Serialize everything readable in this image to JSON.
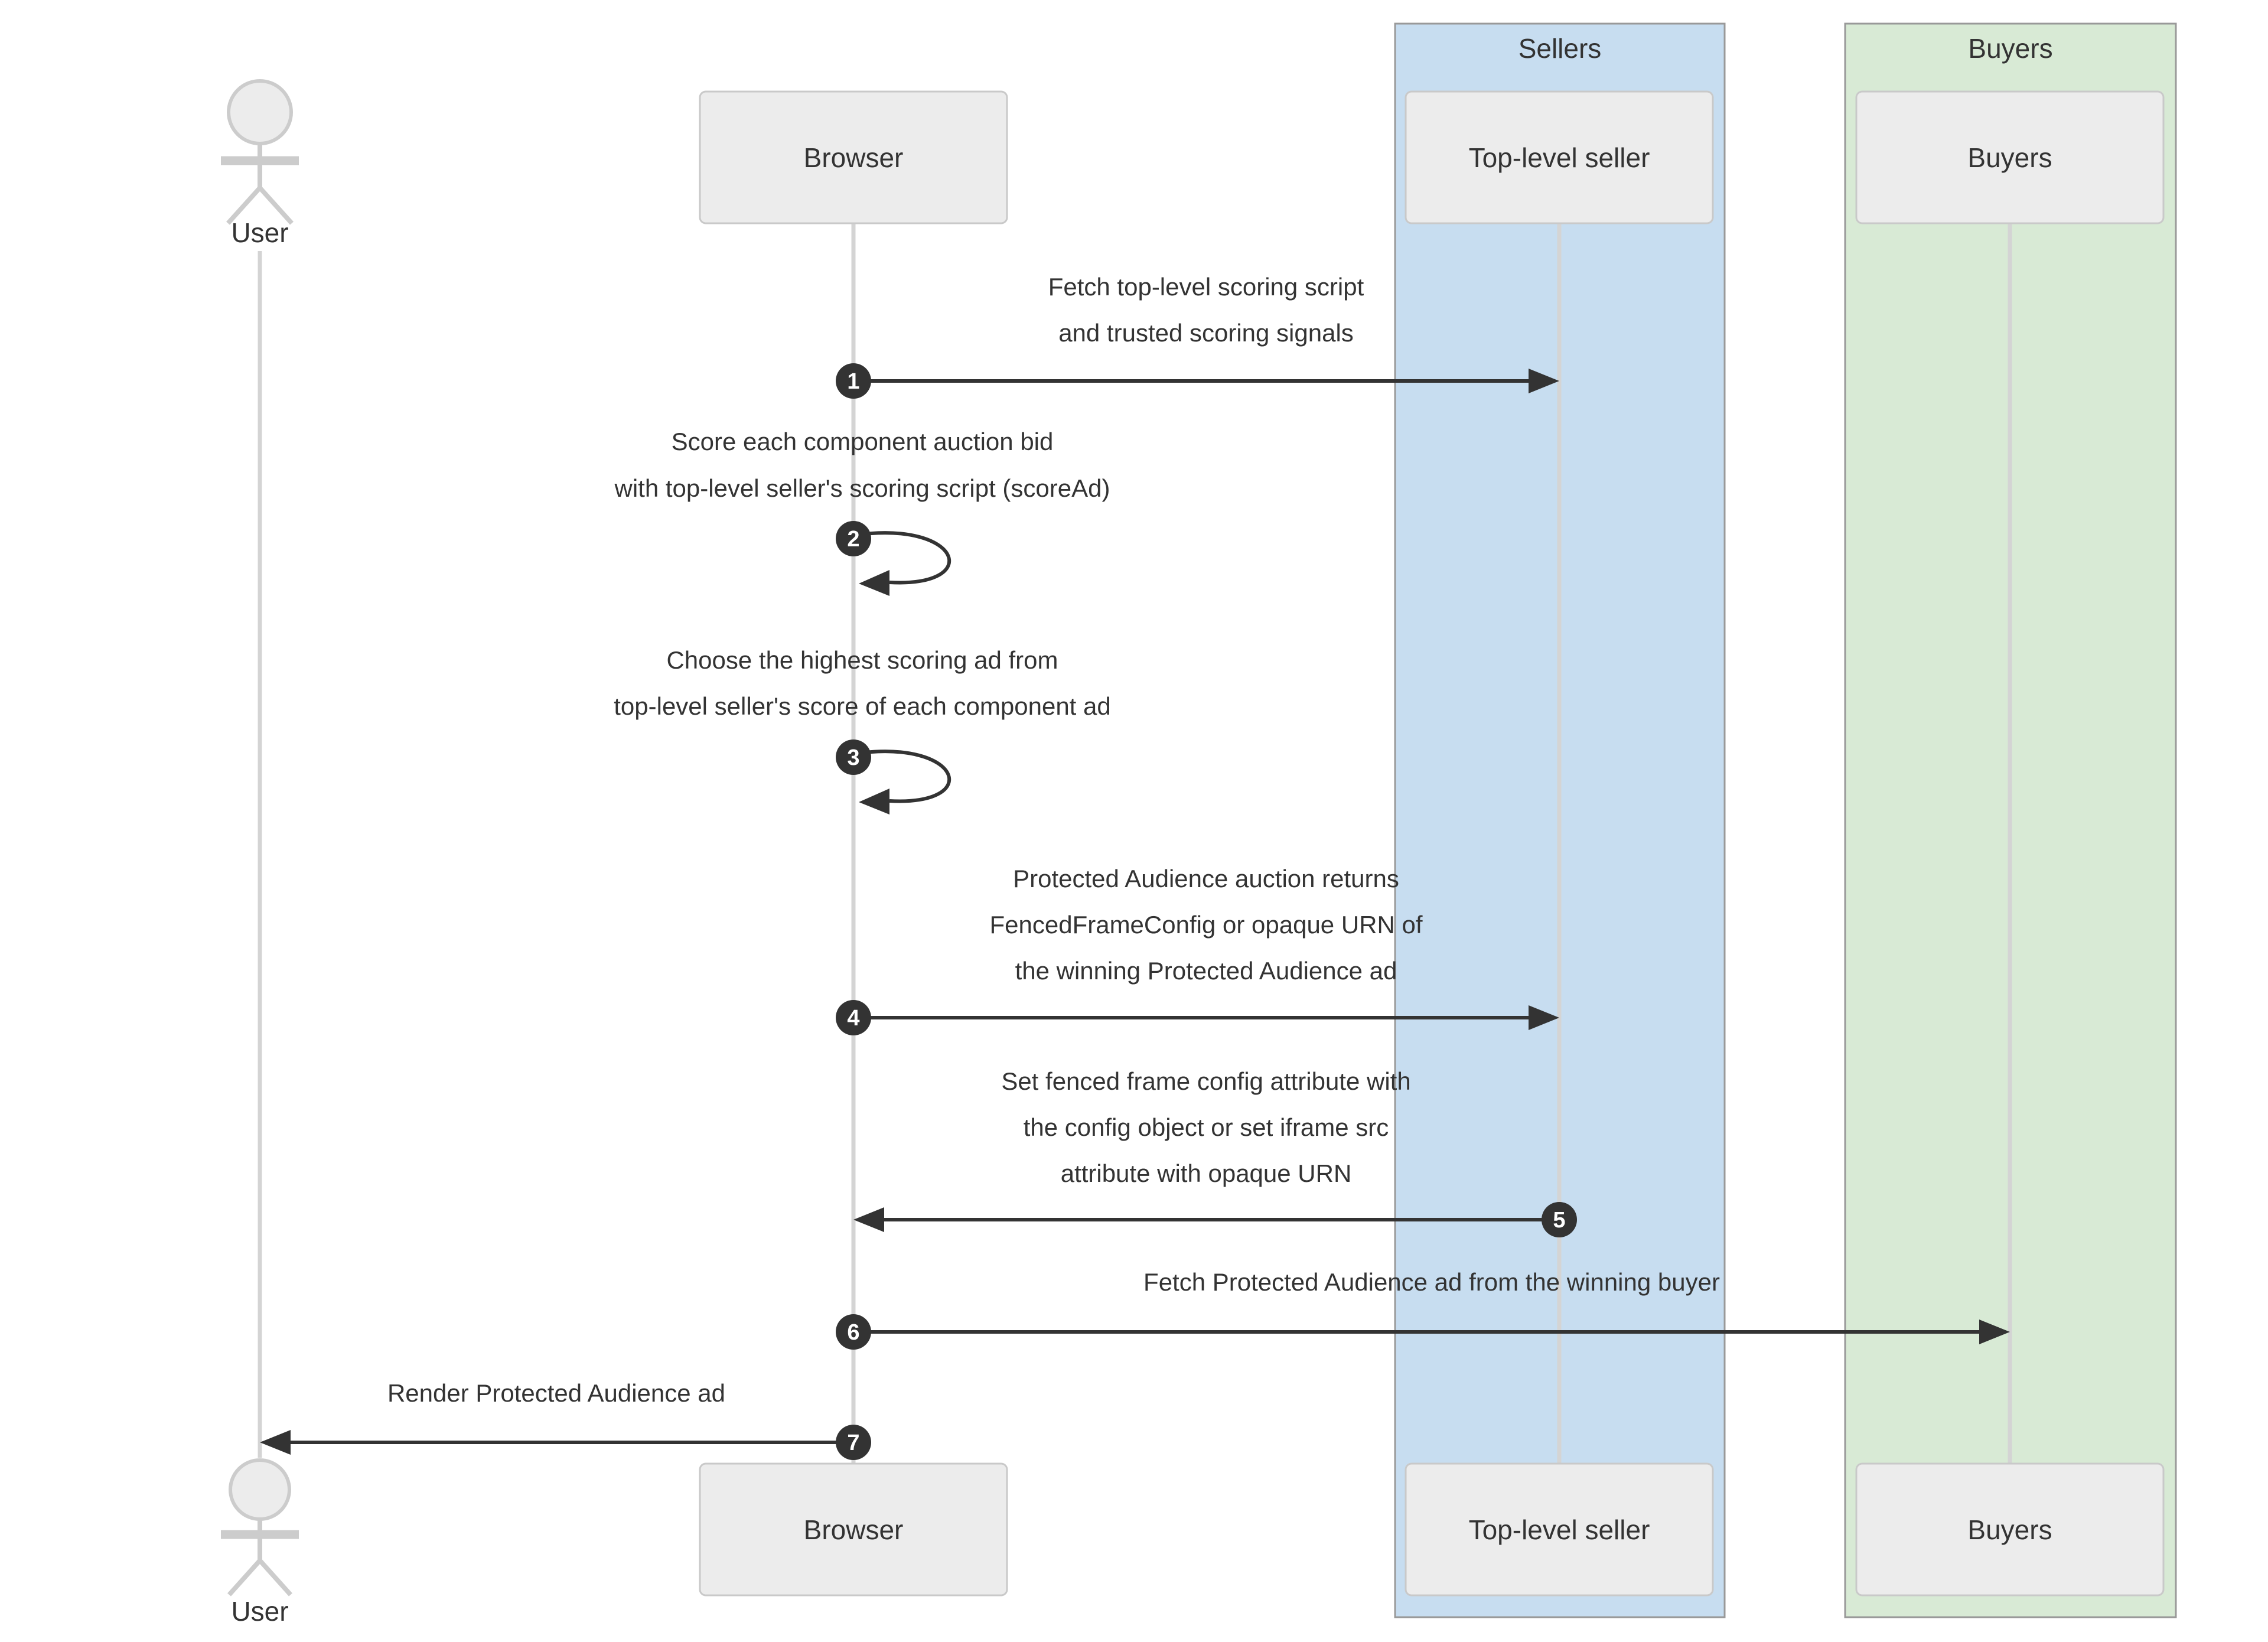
{
  "diagram": {
    "type": "sequence",
    "groups": [
      {
        "label": "Sellers",
        "fill": "#c7ddf0"
      },
      {
        "label": "Buyers",
        "fill": "#d8ead5"
      }
    ],
    "actors": [
      {
        "label": "User",
        "kind": "actor"
      },
      {
        "label": "Browser",
        "kind": "participant"
      },
      {
        "label": "Top-level seller",
        "kind": "participant",
        "group": "Sellers"
      },
      {
        "label": "Buyers",
        "kind": "participant",
        "group": "Buyers"
      }
    ],
    "messages": [
      {
        "seq": "1",
        "from": "Browser",
        "to": "Top-level seller",
        "lines": [
          "Fetch top-level scoring script",
          "and trusted scoring signals"
        ]
      },
      {
        "seq": "2",
        "from": "Browser",
        "to": "Browser",
        "lines": [
          "Score each component auction bid",
          "with top-level seller's scoring script (scoreAd)"
        ]
      },
      {
        "seq": "3",
        "from": "Browser",
        "to": "Browser",
        "lines": [
          "Choose the highest scoring ad from",
          "top-level seller's score of each component ad"
        ]
      },
      {
        "seq": "4",
        "from": "Browser",
        "to": "Top-level seller",
        "lines": [
          "Protected Audience auction returns",
          "FencedFrameConfig or opaque URN of",
          "the winning Protected Audience ad"
        ]
      },
      {
        "seq": "5",
        "from": "Top-level seller",
        "to": "Browser",
        "lines": [
          "Set fenced frame config attribute with",
          "the config object or set iframe src",
          "attribute with opaque URN"
        ]
      },
      {
        "seq": "6",
        "from": "Browser",
        "to": "Buyers",
        "lines": [
          "Fetch Protected Audience ad from the winning buyer"
        ]
      },
      {
        "seq": "7",
        "from": "Browser",
        "to": "User",
        "lines": [
          "Render Protected Audience ad"
        ]
      }
    ],
    "colors": {
      "sellers_band_fill": "#c7ddf0",
      "buyers_band_fill": "#d8ead5",
      "band_border": "#999999",
      "participant_fill": "#ececec",
      "participant_border": "#c9c9c9",
      "lifeline": "#d4d4d4",
      "message_color": "#333333",
      "badge_fill": "#333333",
      "badge_number_color": "#ffffff",
      "text_color": "#333333"
    }
  }
}
